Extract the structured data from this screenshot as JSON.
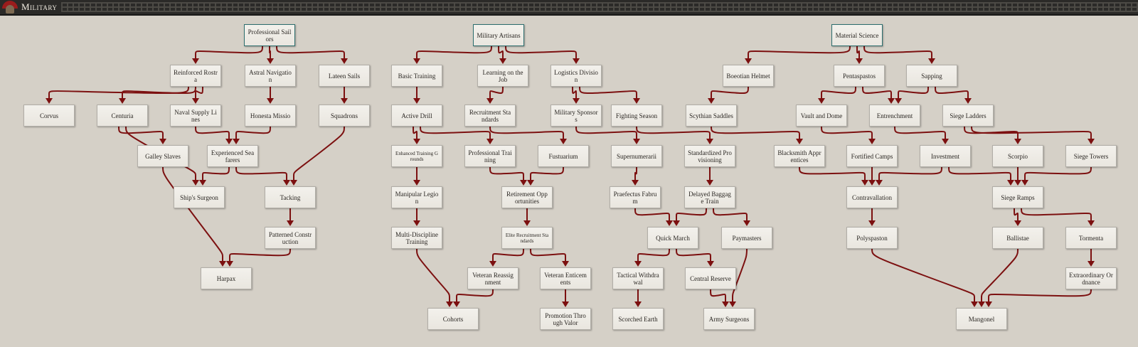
{
  "header": {
    "title": "Military",
    "icon": "helmet-icon"
  },
  "colors": {
    "edge": "#7c1010",
    "root_border": "#2c6e6e"
  },
  "nodes": [
    {
      "id": "professional_sailors",
      "label": "Professional Sailors"
    },
    {
      "id": "military_artisans",
      "label": "Military Artisans"
    },
    {
      "id": "material_science",
      "label": "Material Science"
    },
    {
      "id": "reinforced_rostra",
      "label": "Reinforced Rostra"
    },
    {
      "id": "astral_navigation",
      "label": "Astral Navigation"
    },
    {
      "id": "lateen_sails",
      "label": "Lateen Sails"
    },
    {
      "id": "basic_training",
      "label": "Basic Training"
    },
    {
      "id": "learning_on_the_job",
      "label": "Learning on the Job"
    },
    {
      "id": "logistics_division",
      "label": "Logistics Division"
    },
    {
      "id": "boeotian_helmet",
      "label": "Boeotian Helmet"
    },
    {
      "id": "pentaspastos",
      "label": "Pentaspastos"
    },
    {
      "id": "sapping",
      "label": "Sapping"
    },
    {
      "id": "corvus",
      "label": "Corvus"
    },
    {
      "id": "centuria",
      "label": "Centuria"
    },
    {
      "id": "naval_supply_lines",
      "label": "Naval Supply Lines"
    },
    {
      "id": "honesta_missio",
      "label": "Honesta Missio"
    },
    {
      "id": "squadrons",
      "label": "Squadrons"
    },
    {
      "id": "active_drill",
      "label": "Active Drill"
    },
    {
      "id": "recruitment_standards",
      "label": "Recruitment Standards"
    },
    {
      "id": "military_sponsors",
      "label": "Military Sponsors"
    },
    {
      "id": "fighting_season",
      "label": "Fighting Season"
    },
    {
      "id": "scythian_saddles",
      "label": "Scythian Saddles"
    },
    {
      "id": "vault_and_dome",
      "label": "Vault and Dome"
    },
    {
      "id": "entrenchment",
      "label": "Entrenchment"
    },
    {
      "id": "siege_ladders",
      "label": "Siege Ladders"
    },
    {
      "id": "galley_slaves",
      "label": "Galley Slaves"
    },
    {
      "id": "experienced_seafarers",
      "label": "Experienced Seafarers"
    },
    {
      "id": "enhanced_training_grounds",
      "label": "Enhanced Training Grounds"
    },
    {
      "id": "professional_training",
      "label": "Professional Training"
    },
    {
      "id": "fustuarium",
      "label": "Fustuarium"
    },
    {
      "id": "supernumerarii",
      "label": "Supernumerarii"
    },
    {
      "id": "standardized_provisioning",
      "label": "Standardized Provisioning"
    },
    {
      "id": "blacksmith_apprentices",
      "label": "Blacksmith Apprentices"
    },
    {
      "id": "fortified_camps",
      "label": "Fortified Camps"
    },
    {
      "id": "investment",
      "label": "Investment"
    },
    {
      "id": "scorpio",
      "label": "Scorpio"
    },
    {
      "id": "siege_towers",
      "label": "Siege Towers"
    },
    {
      "id": "ships_surgeon",
      "label": "Ship's Surgeon"
    },
    {
      "id": "tacking",
      "label": "Tacking"
    },
    {
      "id": "manipular_legion",
      "label": "Manipular Legion"
    },
    {
      "id": "retirement_opportunities",
      "label": "Retirement Opportunities"
    },
    {
      "id": "praefectus_fabrum",
      "label": "Praefectus Fabrum"
    },
    {
      "id": "delayed_baggage_train",
      "label": "Delayed Baggage Train"
    },
    {
      "id": "contravallation",
      "label": "Contravallation"
    },
    {
      "id": "siege_ramps",
      "label": "Siege Ramps"
    },
    {
      "id": "patterned_construction",
      "label": "Patterned Construction"
    },
    {
      "id": "multi_discipline_training",
      "label": "Multi-Discipline Training"
    },
    {
      "id": "elite_recruitment_standards",
      "label": "Elite Recruitment Standards"
    },
    {
      "id": "quick_march",
      "label": "Quick March"
    },
    {
      "id": "paymasters",
      "label": "Paymasters"
    },
    {
      "id": "polyspaston",
      "label": "Polyspaston"
    },
    {
      "id": "ballistae",
      "label": "Ballistae"
    },
    {
      "id": "tormenta",
      "label": "Tormenta"
    },
    {
      "id": "harpax",
      "label": "Harpax"
    },
    {
      "id": "veteran_reassignment",
      "label": "Veteran Reassignment"
    },
    {
      "id": "veteran_enticements",
      "label": "Veteran Enticements"
    },
    {
      "id": "tactical_withdrawal",
      "label": "Tactical Withdrawal"
    },
    {
      "id": "central_reserve",
      "label": "Central Reserve"
    },
    {
      "id": "extraordinary_ordnance",
      "label": "Extraordinary Ordnance"
    },
    {
      "id": "cohorts",
      "label": "Cohorts"
    },
    {
      "id": "promotion_through_valor",
      "label": "Promotion Through Valor"
    },
    {
      "id": "scorched_earth",
      "label": "Scorched Earth"
    },
    {
      "id": "army_surgeons",
      "label": "Army Surgeons"
    },
    {
      "id": "mangonel",
      "label": "Mangonel"
    }
  ],
  "edges": [
    [
      "professional_sailors",
      "reinforced_rostra"
    ],
    [
      "professional_sailors",
      "astral_navigation"
    ],
    [
      "professional_sailors",
      "lateen_sails"
    ],
    [
      "reinforced_rostra",
      "corvus"
    ],
    [
      "reinforced_rostra",
      "centuria"
    ],
    [
      "reinforced_rostra",
      "naval_supply_lines"
    ],
    [
      "astral_navigation",
      "honesta_missio"
    ],
    [
      "lateen_sails",
      "squadrons"
    ],
    [
      "centuria",
      "galley_slaves"
    ],
    [
      "centuria",
      "ships_surgeon"
    ],
    [
      "naval_supply_lines",
      "experienced_seafarers"
    ],
    [
      "honesta_missio",
      "experienced_seafarers"
    ],
    [
      "experienced_seafarers",
      "ships_surgeon"
    ],
    [
      "experienced_seafarers",
      "tacking"
    ],
    [
      "squadrons",
      "tacking"
    ],
    [
      "tacking",
      "patterned_construction"
    ],
    [
      "galley_slaves",
      "harpax"
    ],
    [
      "patterned_construction",
      "harpax"
    ],
    [
      "military_artisans",
      "basic_training"
    ],
    [
      "military_artisans",
      "learning_on_the_job"
    ],
    [
      "military_artisans",
      "logistics_division"
    ],
    [
      "basic_training",
      "active_drill"
    ],
    [
      "learning_on_the_job",
      "recruitment_standards"
    ],
    [
      "logistics_division",
      "military_sponsors"
    ],
    [
      "logistics_division",
      "fighting_season"
    ],
    [
      "active_drill",
      "enhanced_training_grounds"
    ],
    [
      "active_drill",
      "professional_training"
    ],
    [
      "recruitment_standards",
      "fustuarium"
    ],
    [
      "military_sponsors",
      "supernumerarii"
    ],
    [
      "fighting_season",
      "standardized_provisioning"
    ],
    [
      "enhanced_training_grounds",
      "manipular_legion"
    ],
    [
      "manipular_legion",
      "multi_discipline_training"
    ],
    [
      "multi_discipline_training",
      "cohorts"
    ],
    [
      "professional_training",
      "retirement_opportunities"
    ],
    [
      "fustuarium",
      "retirement_opportunities"
    ],
    [
      "retirement_opportunities",
      "elite_recruitment_standards"
    ],
    [
      "elite_recruitment_standards",
      "veteran_reassignment"
    ],
    [
      "elite_recruitment_standards",
      "veteran_enticements"
    ],
    [
      "veteran_reassignment",
      "cohorts"
    ],
    [
      "veteran_enticements",
      "promotion_through_valor"
    ],
    [
      "supernumerarii",
      "praefectus_fabrum"
    ],
    [
      "standardized_provisioning",
      "delayed_baggage_train"
    ],
    [
      "praefectus_fabrum",
      "quick_march"
    ],
    [
      "delayed_baggage_train",
      "quick_march"
    ],
    [
      "delayed_baggage_train",
      "paymasters"
    ],
    [
      "quick_march",
      "tactical_withdrawal"
    ],
    [
      "quick_march",
      "central_reserve"
    ],
    [
      "tactical_withdrawal",
      "scorched_earth"
    ],
    [
      "central_reserve",
      "army_surgeons"
    ],
    [
      "paymasters",
      "army_surgeons"
    ],
    [
      "material_science",
      "boeotian_helmet"
    ],
    [
      "material_science",
      "pentaspastos"
    ],
    [
      "material_science",
      "sapping"
    ],
    [
      "boeotian_helmet",
      "scythian_saddles"
    ],
    [
      "scythian_saddles",
      "blacksmith_apprentices"
    ],
    [
      "pentaspastos",
      "vault_and_dome"
    ],
    [
      "pentaspastos",
      "entrenchment"
    ],
    [
      "sapping",
      "entrenchment"
    ],
    [
      "sapping",
      "siege_ladders"
    ],
    [
      "vault_and_dome",
      "fortified_camps"
    ],
    [
      "entrenchment",
      "investment"
    ],
    [
      "siege_ladders",
      "scorpio"
    ],
    [
      "siege_ladders",
      "siege_towers"
    ],
    [
      "blacksmith_apprentices",
      "contravallation"
    ],
    [
      "fortified_camps",
      "contravallation"
    ],
    [
      "investment",
      "contravallation"
    ],
    [
      "investment",
      "siege_ramps"
    ],
    [
      "scorpio",
      "siege_ramps"
    ],
    [
      "siege_towers",
      "siege_ramps"
    ],
    [
      "contravallation",
      "polyspaston"
    ],
    [
      "siege_ramps",
      "ballistae"
    ],
    [
      "siege_ramps",
      "tormenta"
    ],
    [
      "tormenta",
      "extraordinary_ordnance"
    ],
    [
      "polyspaston",
      "mangonel"
    ],
    [
      "ballistae",
      "mangonel"
    ],
    [
      "extraordinary_ordnance",
      "mangonel"
    ]
  ]
}
